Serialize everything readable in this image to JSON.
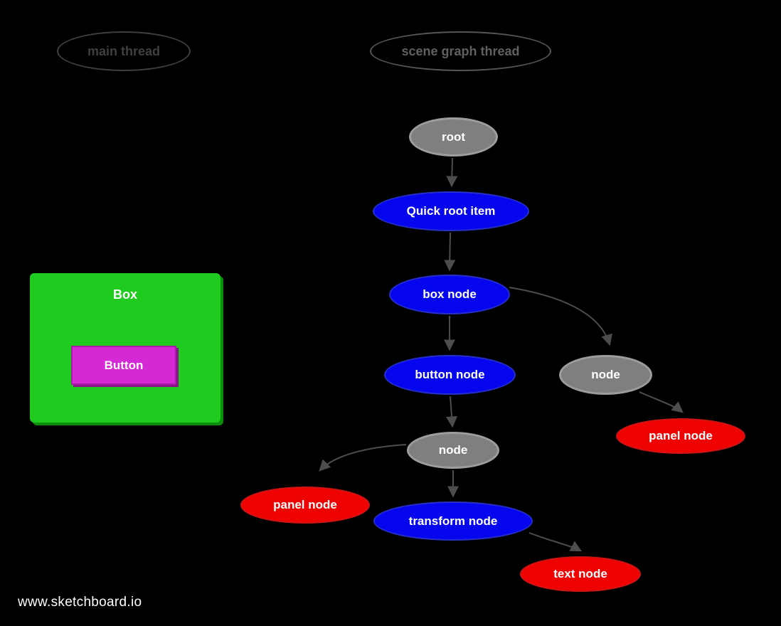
{
  "watermark": "www.sketchboard.io",
  "colors": {
    "background": "#000000",
    "node_blue": "#0505ee",
    "node_gray": "#7f7f7f",
    "node_red": "#ee0202",
    "box_green": "#1fcb1f",
    "button_magenta": "#d629d6",
    "edge": "#4d4d4d"
  },
  "threads": {
    "main": {
      "label": "main thread"
    },
    "scene_graph": {
      "label": "scene graph thread"
    }
  },
  "ui_preview": {
    "box": {
      "label": "Box"
    },
    "button": {
      "label": "Button"
    }
  },
  "graph": {
    "nodes": {
      "root": {
        "label": "root",
        "color": "gray"
      },
      "quick_root_item": {
        "label": "Quick root item",
        "color": "blue"
      },
      "box_node": {
        "label": "box node",
        "color": "blue"
      },
      "button_node": {
        "label": "button node",
        "color": "blue"
      },
      "node_right": {
        "label": "node",
        "color": "gray"
      },
      "panel_node_right": {
        "label": "panel node",
        "color": "red"
      },
      "node_center": {
        "label": "node",
        "color": "gray"
      },
      "panel_node_left": {
        "label": "panel node",
        "color": "red"
      },
      "transform_node": {
        "label": "transform node",
        "color": "blue"
      },
      "text_node": {
        "label": "text node",
        "color": "red"
      }
    },
    "edges": [
      {
        "from": "root",
        "to": "quick_root_item"
      },
      {
        "from": "quick_root_item",
        "to": "box_node"
      },
      {
        "from": "box_node",
        "to": "button_node"
      },
      {
        "from": "box_node",
        "to": "node_right"
      },
      {
        "from": "node_right",
        "to": "panel_node_right"
      },
      {
        "from": "button_node",
        "to": "node_center"
      },
      {
        "from": "node_center",
        "to": "panel_node_left"
      },
      {
        "from": "node_center",
        "to": "transform_node"
      },
      {
        "from": "transform_node",
        "to": "text_node"
      }
    ]
  }
}
